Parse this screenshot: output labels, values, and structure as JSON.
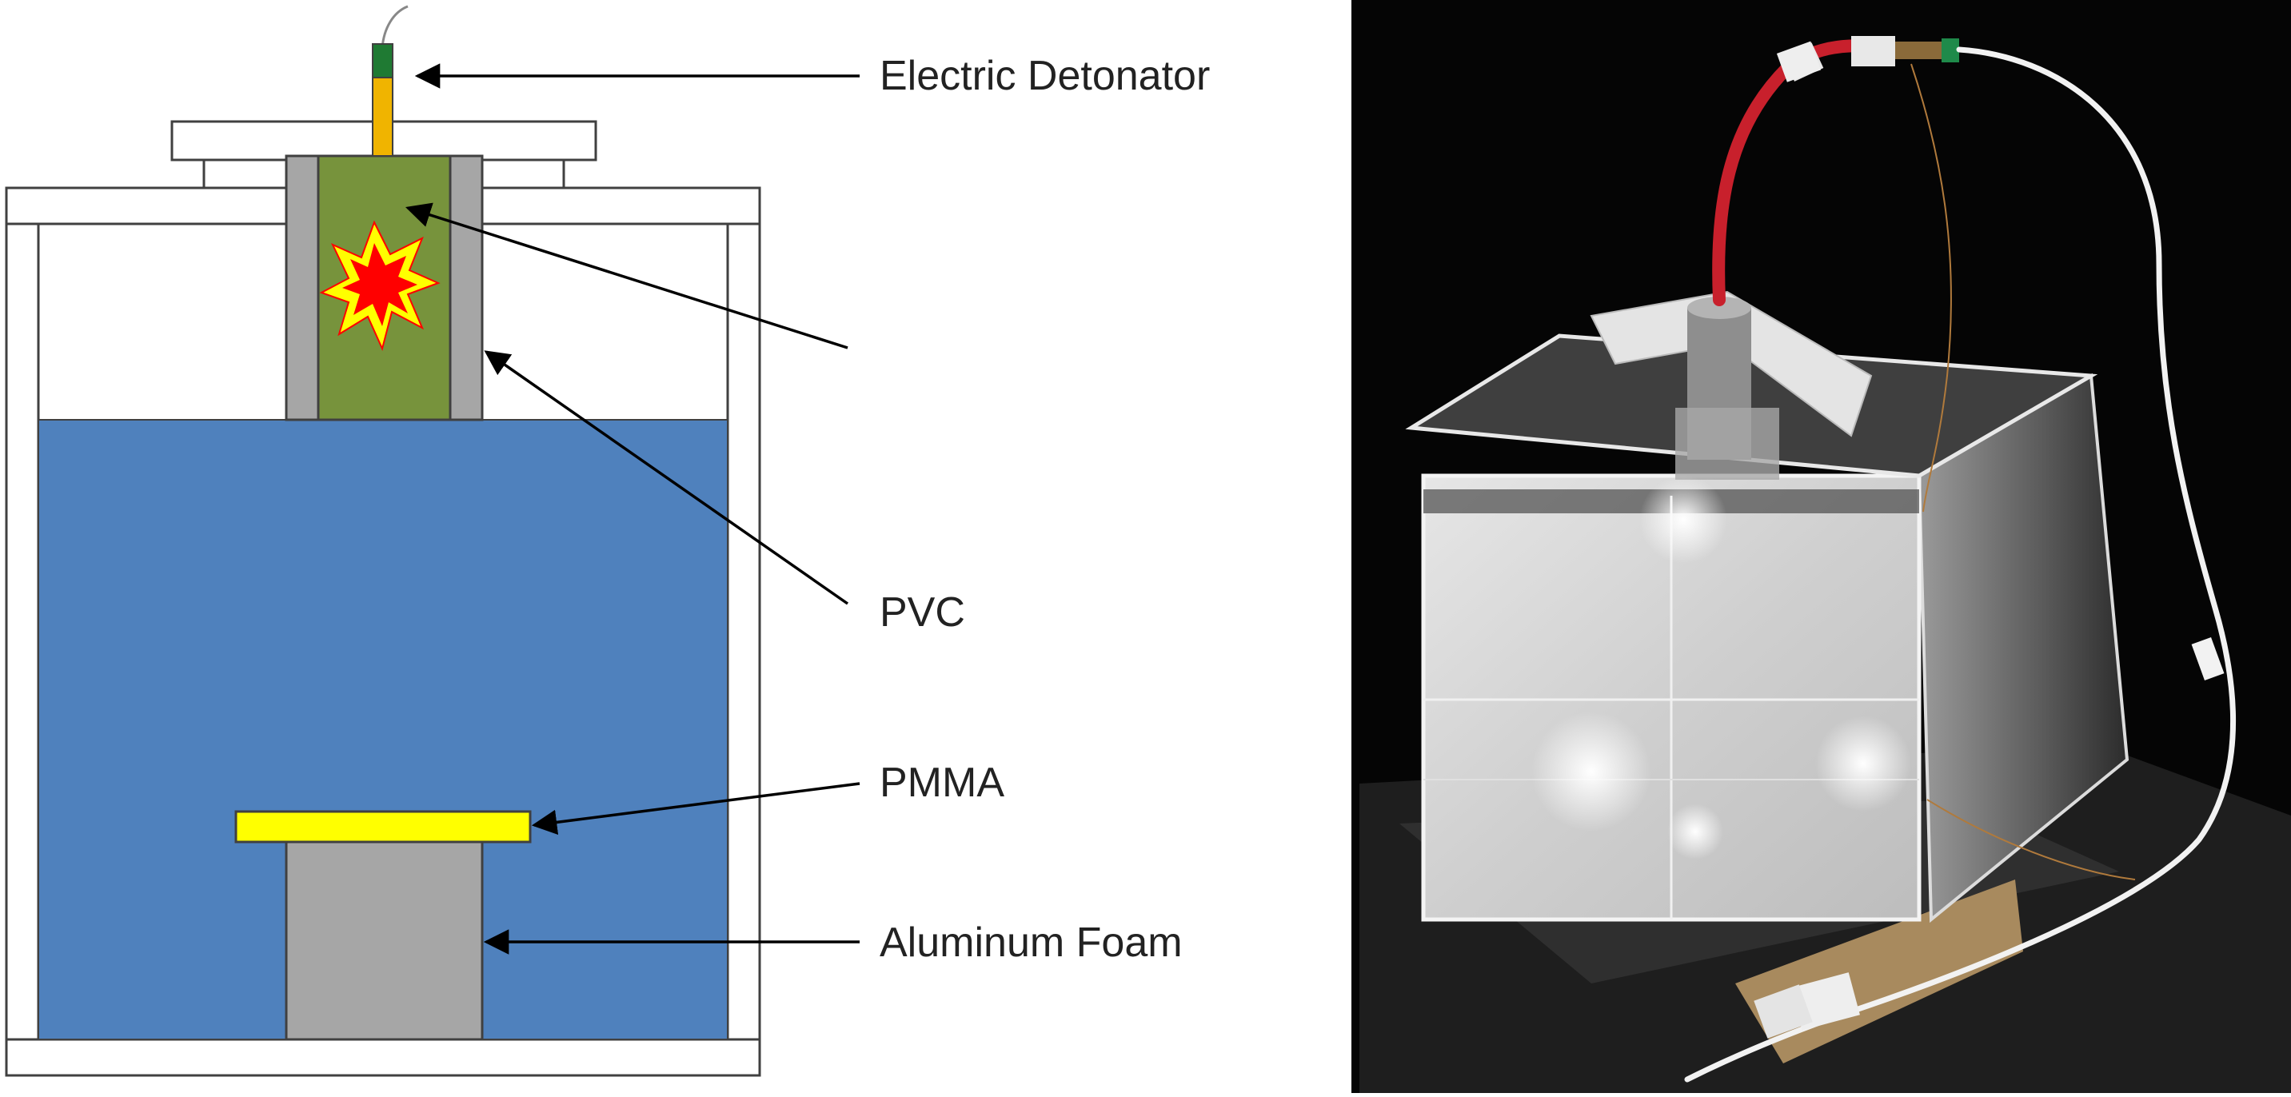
{
  "diagram": {
    "labels": {
      "detonator": "Electric Detonator",
      "explosive": "",
      "pvc": "PVC",
      "pmma": "PMMA",
      "foam": "Aluminum Foam"
    },
    "colors": {
      "water": "#4f81bd",
      "explosive": "#77933c",
      "pvc_tube": "#a6a6a6",
      "pmma_plate": "#ffff00",
      "foam_column": "#a6a6a6",
      "detonator_tip": "#1f7a33",
      "detonator_body": "#f0b400",
      "blast_outer": "#ffff00",
      "blast_inner": "#ff0000",
      "outline": "#404040",
      "arrow": "#000000"
    },
    "icons": {
      "blast": "explosion-burst-icon"
    }
  },
  "photo": {
    "icon": "experimental-water-tank-photo",
    "colors": {
      "background": "#050505",
      "stand": "#2a2a2a",
      "cable_red": "#c8202c",
      "cable_white": "#f2f2f2",
      "tape": "#e8e8e8",
      "cardboard": "#a88a5e"
    }
  }
}
